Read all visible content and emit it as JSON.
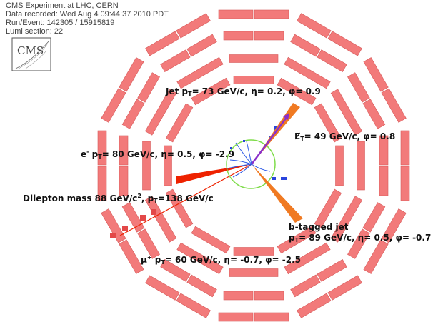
{
  "header": {
    "experiment": "CMS Experiment at LHC, CERN",
    "date": "Data recorded: Wed Aug  4 09:44:37 2010 PDT",
    "run_event": "Run/Event: 142305 / 15915819",
    "lumi": "Lumi section: 22"
  },
  "logo": {
    "text": "CMS"
  },
  "labels": {
    "jet_prefix": "Jet p",
    "jet_sub": "T",
    "jet_rest": "= 73 GeV/c, η= 0.2, φ= 0.9",
    "met_prefix": "E",
    "met_sub": "T",
    "met_rest": "= 49 GeV/c, φ= 0.8",
    "electron_prefix": "e",
    "electron_sup": "-",
    "electron_p": " p",
    "electron_sub": "T",
    "electron_rest": "= 80 GeV/c, η= 0.5, φ= -2.9",
    "dilepton_prefix": "Dilepton mass 88 GeV/c",
    "dilepton_sup": "2",
    "dilepton_p": ", p",
    "dilepton_sub": "T",
    "dilepton_rest": "=138 GeV/c",
    "btag_title": "b-tagged jet",
    "btag_prefix": "p",
    "btag_sub": "T",
    "btag_rest": "= 89 GeV/c, η= 0.5, φ= -0.7",
    "muon_prefix": "μ",
    "muon_sup": "+",
    "muon_p": " p",
    "muon_sub": "T",
    "muon_rest": "= 60 GeV/c, η= -0.7, φ= -2.5"
  },
  "colors": {
    "muon_chamber": "#f27a7a",
    "muon_chamber_stroke": "#d65a5a",
    "jet": "#f07a22",
    "met": "#8b2fc9",
    "tracker_ring": "#7fdc4a",
    "tracks": "#2c59e6",
    "electron": "#ee2200",
    "muon_line": "#ee2200",
    "hit": "#2a44dd"
  }
}
